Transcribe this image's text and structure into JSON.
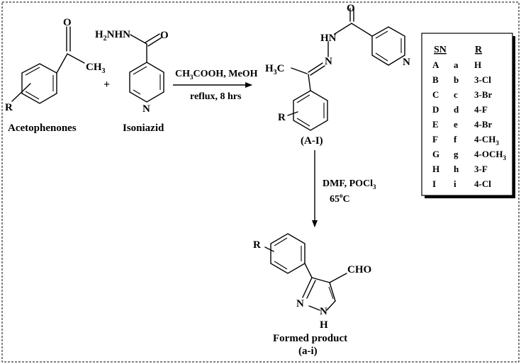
{
  "reactant1": {
    "name": "Acetophenones",
    "atom_o": "O",
    "atom_ch3": "CH",
    "atom_ch3_sub": "3",
    "atom_r": "R"
  },
  "plus": "+",
  "reactant2": {
    "name": "Isoniazid",
    "atom_h2nhn": "H",
    "atom_h2nhn_sub": "2",
    "atom_h2nhn_rest": "NHN",
    "atom_o": "O",
    "atom_n": "N"
  },
  "step1": {
    "reagents_a": "CH",
    "reagents_a_sub": "3",
    "reagents_b": "COOH, MeOH",
    "conditions": "reflux, 8 hrs"
  },
  "intermediate": {
    "label": "(A-I)",
    "atom_o": "O",
    "atom_hn": "HN",
    "atom_n_imine": "N",
    "atom_n_py": "N",
    "atom_h3c": "H",
    "atom_h3c_sub": "3",
    "atom_h3c_rest": "C",
    "atom_r": "R"
  },
  "step2": {
    "reagents_a": "DMF, POCl",
    "reagents_a_sub": "3",
    "temp": "65",
    "temp_sup": "o",
    "temp_unit": "C"
  },
  "product": {
    "name": "Formed product",
    "label": "(a-i)",
    "atom_r": "R",
    "atom_cho": "CHO",
    "atom_n": "N",
    "atom_nh_n": "N",
    "atom_nh_h": "H"
  },
  "table": {
    "header_sn": "SN",
    "header_r": "R",
    "rows": [
      {
        "sn": "A",
        "code": "a",
        "r": "H",
        "r_sub": ""
      },
      {
        "sn": "B",
        "code": "b",
        "r": "3-Cl",
        "r_sub": ""
      },
      {
        "sn": "C",
        "code": "c",
        "r": "3-Br",
        "r_sub": ""
      },
      {
        "sn": "D",
        "code": "d",
        "r": "4-F",
        "r_sub": ""
      },
      {
        "sn": "E",
        "code": "e",
        "r": "4-Br",
        "r_sub": ""
      },
      {
        "sn": "F",
        "code": "f",
        "r": "4-CH",
        "r_sub": "3"
      },
      {
        "sn": "G",
        "code": "g",
        "r": "4-OCH",
        "r_sub": "3"
      },
      {
        "sn": "H",
        "code": "h",
        "r": "3-F",
        "r_sub": ""
      },
      {
        "sn": "I",
        "code": "i",
        "r": "4-Cl",
        "r_sub": ""
      }
    ]
  }
}
